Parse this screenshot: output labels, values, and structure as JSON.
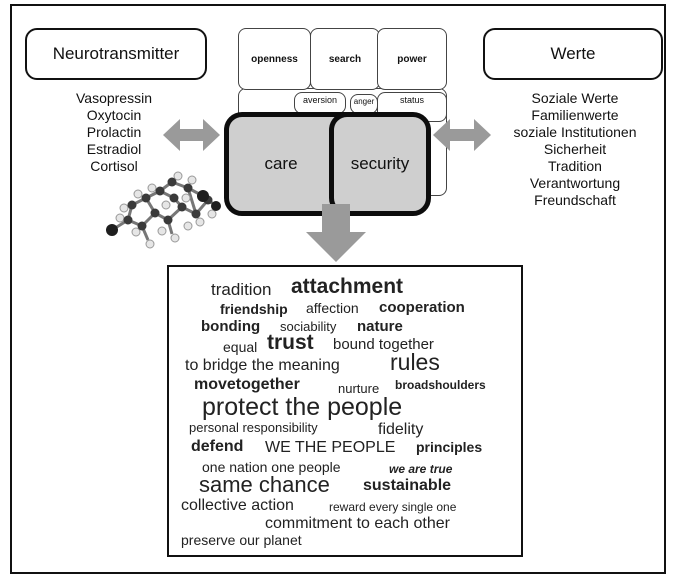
{
  "neurotransmitter": {
    "title": "Neurotransmitter",
    "items": [
      "Vasopressin",
      "Oxytocin",
      "Prolactin",
      "Estradiol",
      "Cortisol"
    ]
  },
  "werte": {
    "title": "Werte",
    "items": [
      "Soziale Werte",
      "Familienwerte",
      "soziale Institutionen",
      "Sicherheit",
      "Tradition",
      "Verantwortung",
      "Freundschaft"
    ]
  },
  "grid": {
    "openness": "openness",
    "search": "search",
    "power": "power",
    "aversion": "aversion",
    "anger": "anger",
    "status": "status",
    "care": "care",
    "security": "security"
  },
  "words": [
    "tradition",
    "attachment",
    "friendship",
    "affection",
    "cooperation",
    "bonding",
    "sociability",
    "nature",
    "equal",
    "trust",
    "bound together",
    "to bridge the meaning",
    "rules",
    "movetogether",
    "nurture",
    "broadshoulders",
    "protect the people",
    "personal responsibility",
    "fidelity",
    "defend",
    "WE THE PEOPLE",
    "principles",
    "one nation one people",
    "we are true",
    "same chance",
    "sustainable",
    "collective action",
    "reward every single one",
    "commitment to each other",
    "preserve our planet"
  ]
}
